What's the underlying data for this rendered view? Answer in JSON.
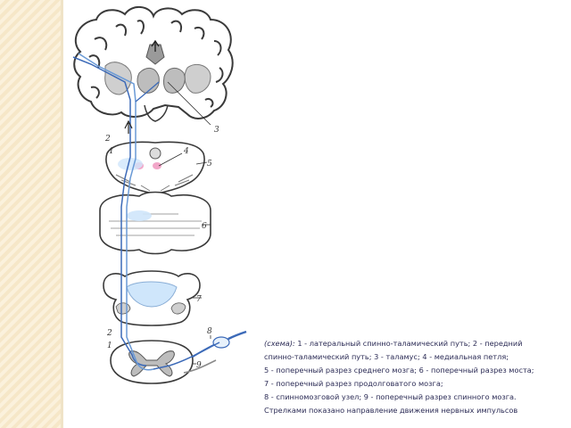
{
  "diagram": {
    "labels": [
      "1",
      "2",
      "3",
      "4",
      "5",
      "6",
      "7",
      "8",
      "9"
    ],
    "colors": {
      "outline": "#3a3a3a",
      "grey_matter": "#bfbfbf",
      "pathway": "#3c6ab8",
      "highlight": "#cfe6fb",
      "nucleus": "#f2a6c8",
      "band": "#f6e7c8"
    }
  },
  "caption": {
    "line1_lead": "(схема):",
    "line1_text": " 1 - латеральный спинно-таламический путь; 2 - передний",
    "line2": "спинно-таламический путь; 3 - таламус; 4 - медиальная петля;",
    "line3": " 5 - поперечный разрез среднего мозга; 6 - поперечный разрез моста;",
    "line4": "7 - поперечный разрез продолговатого мозга;",
    "line5": "8 - спинномозговой узел; 9 - поперечный разрез спинного мозга.",
    "line6": "Стрелками показано направление движения нервных импульсов"
  }
}
